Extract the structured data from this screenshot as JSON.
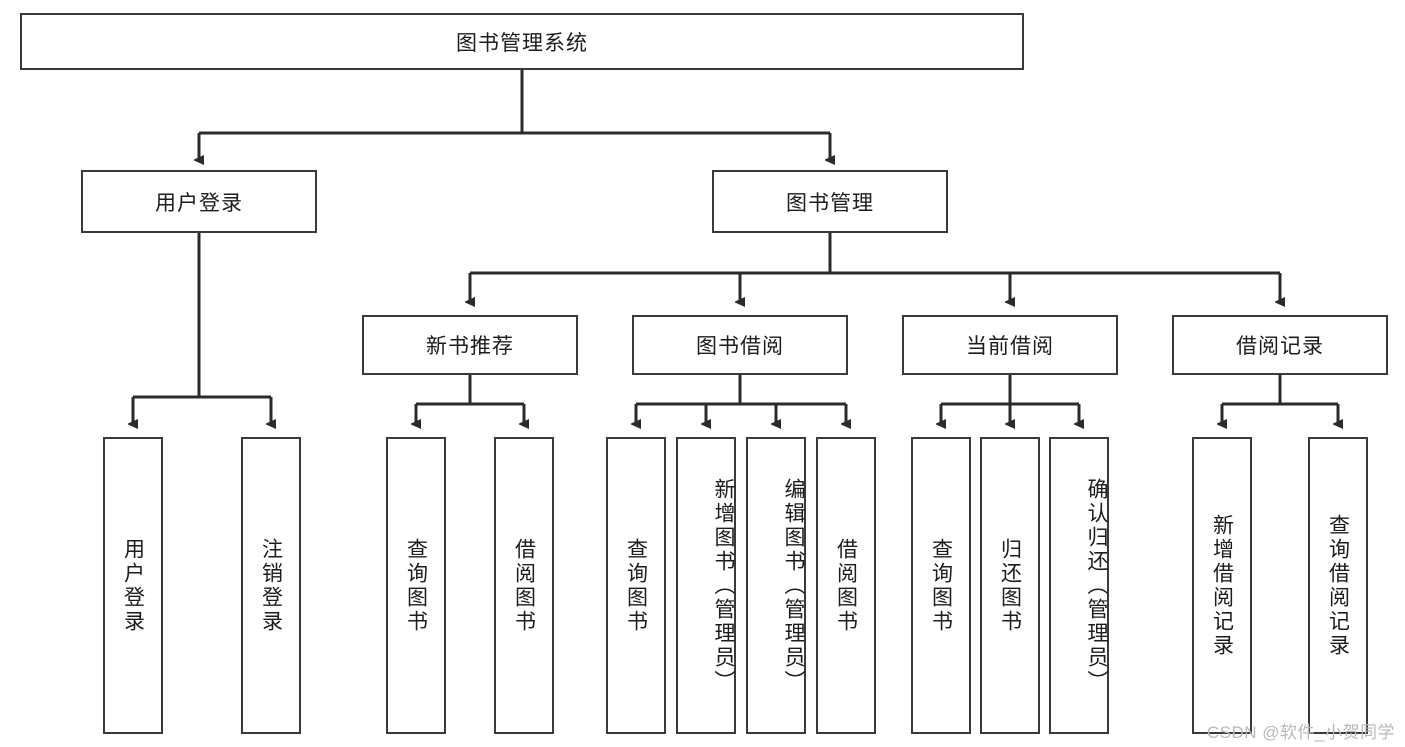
{
  "diagram": {
    "title": "图书管理系统",
    "type": "tree-hierarchy-chart",
    "root": {
      "label": "图书管理系统"
    },
    "level2": [
      {
        "label": "用户登录"
      },
      {
        "label": "图书管理"
      }
    ],
    "level3": [
      {
        "label": "新书推荐"
      },
      {
        "label": "图书借阅"
      },
      {
        "label": "当前借阅"
      },
      {
        "label": "借阅记录"
      }
    ],
    "leaves": {
      "user_login": [
        {
          "label": "用户登录"
        },
        {
          "label": "注销登录"
        }
      ],
      "new_book_recommend": [
        {
          "label": "查询图书"
        },
        {
          "label": "借阅图书"
        }
      ],
      "book_borrow": [
        {
          "label": "查询图书"
        },
        {
          "label": "新增图书（管理员）"
        },
        {
          "label": "编辑图书（管理员）"
        },
        {
          "label": "借阅图书"
        }
      ],
      "current_borrow": [
        {
          "label": "查询图书"
        },
        {
          "label": "归还图书"
        },
        {
          "label": "确认归还（管理员）"
        }
      ],
      "borrow_record": [
        {
          "label": "新增借阅记录"
        },
        {
          "label": "查询借阅记录"
        }
      ]
    }
  },
  "watermark": {
    "text": "CSDN @软件_小贺同学"
  },
  "colors": {
    "box_border": "#3a3a3a",
    "box_fill": "#ffffff",
    "connector": "#2b2b2b",
    "text": "#1c1c1c",
    "watermark": "#b9b9b9"
  }
}
